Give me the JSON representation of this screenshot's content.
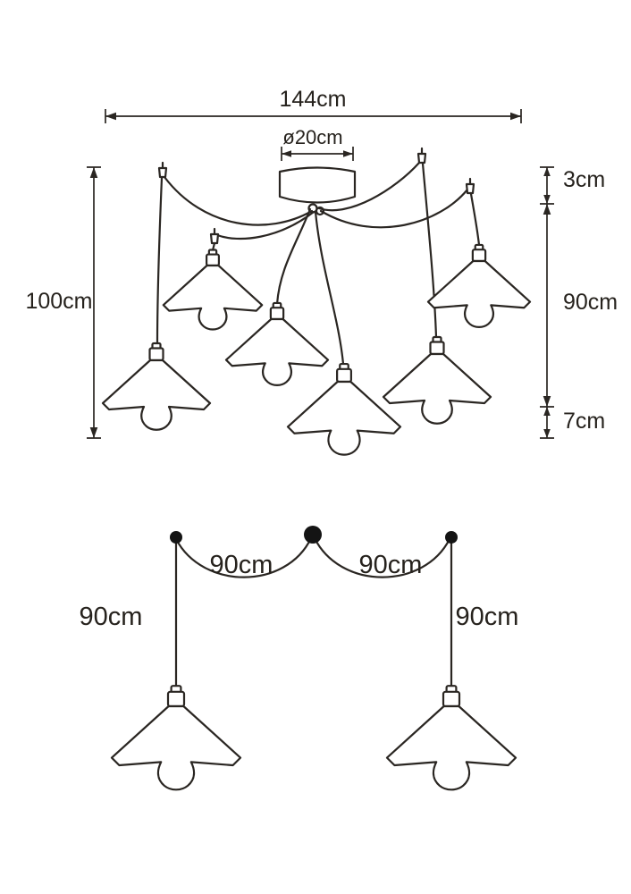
{
  "page": {
    "background": "#ffffff",
    "line_color": "#2a2622"
  },
  "top_view": {
    "width_label": "144cm",
    "canopy_diameter_label": "ø20cm",
    "total_height_label": "100cm",
    "canopy_height_label": "3cm",
    "cable_length_label": "90cm",
    "shade_height_label": "7cm"
  },
  "bottom_view": {
    "left_swag_label": "90cm",
    "right_swag_label": "90cm",
    "left_drop_label": "90cm",
    "right_drop_label": "90cm"
  }
}
